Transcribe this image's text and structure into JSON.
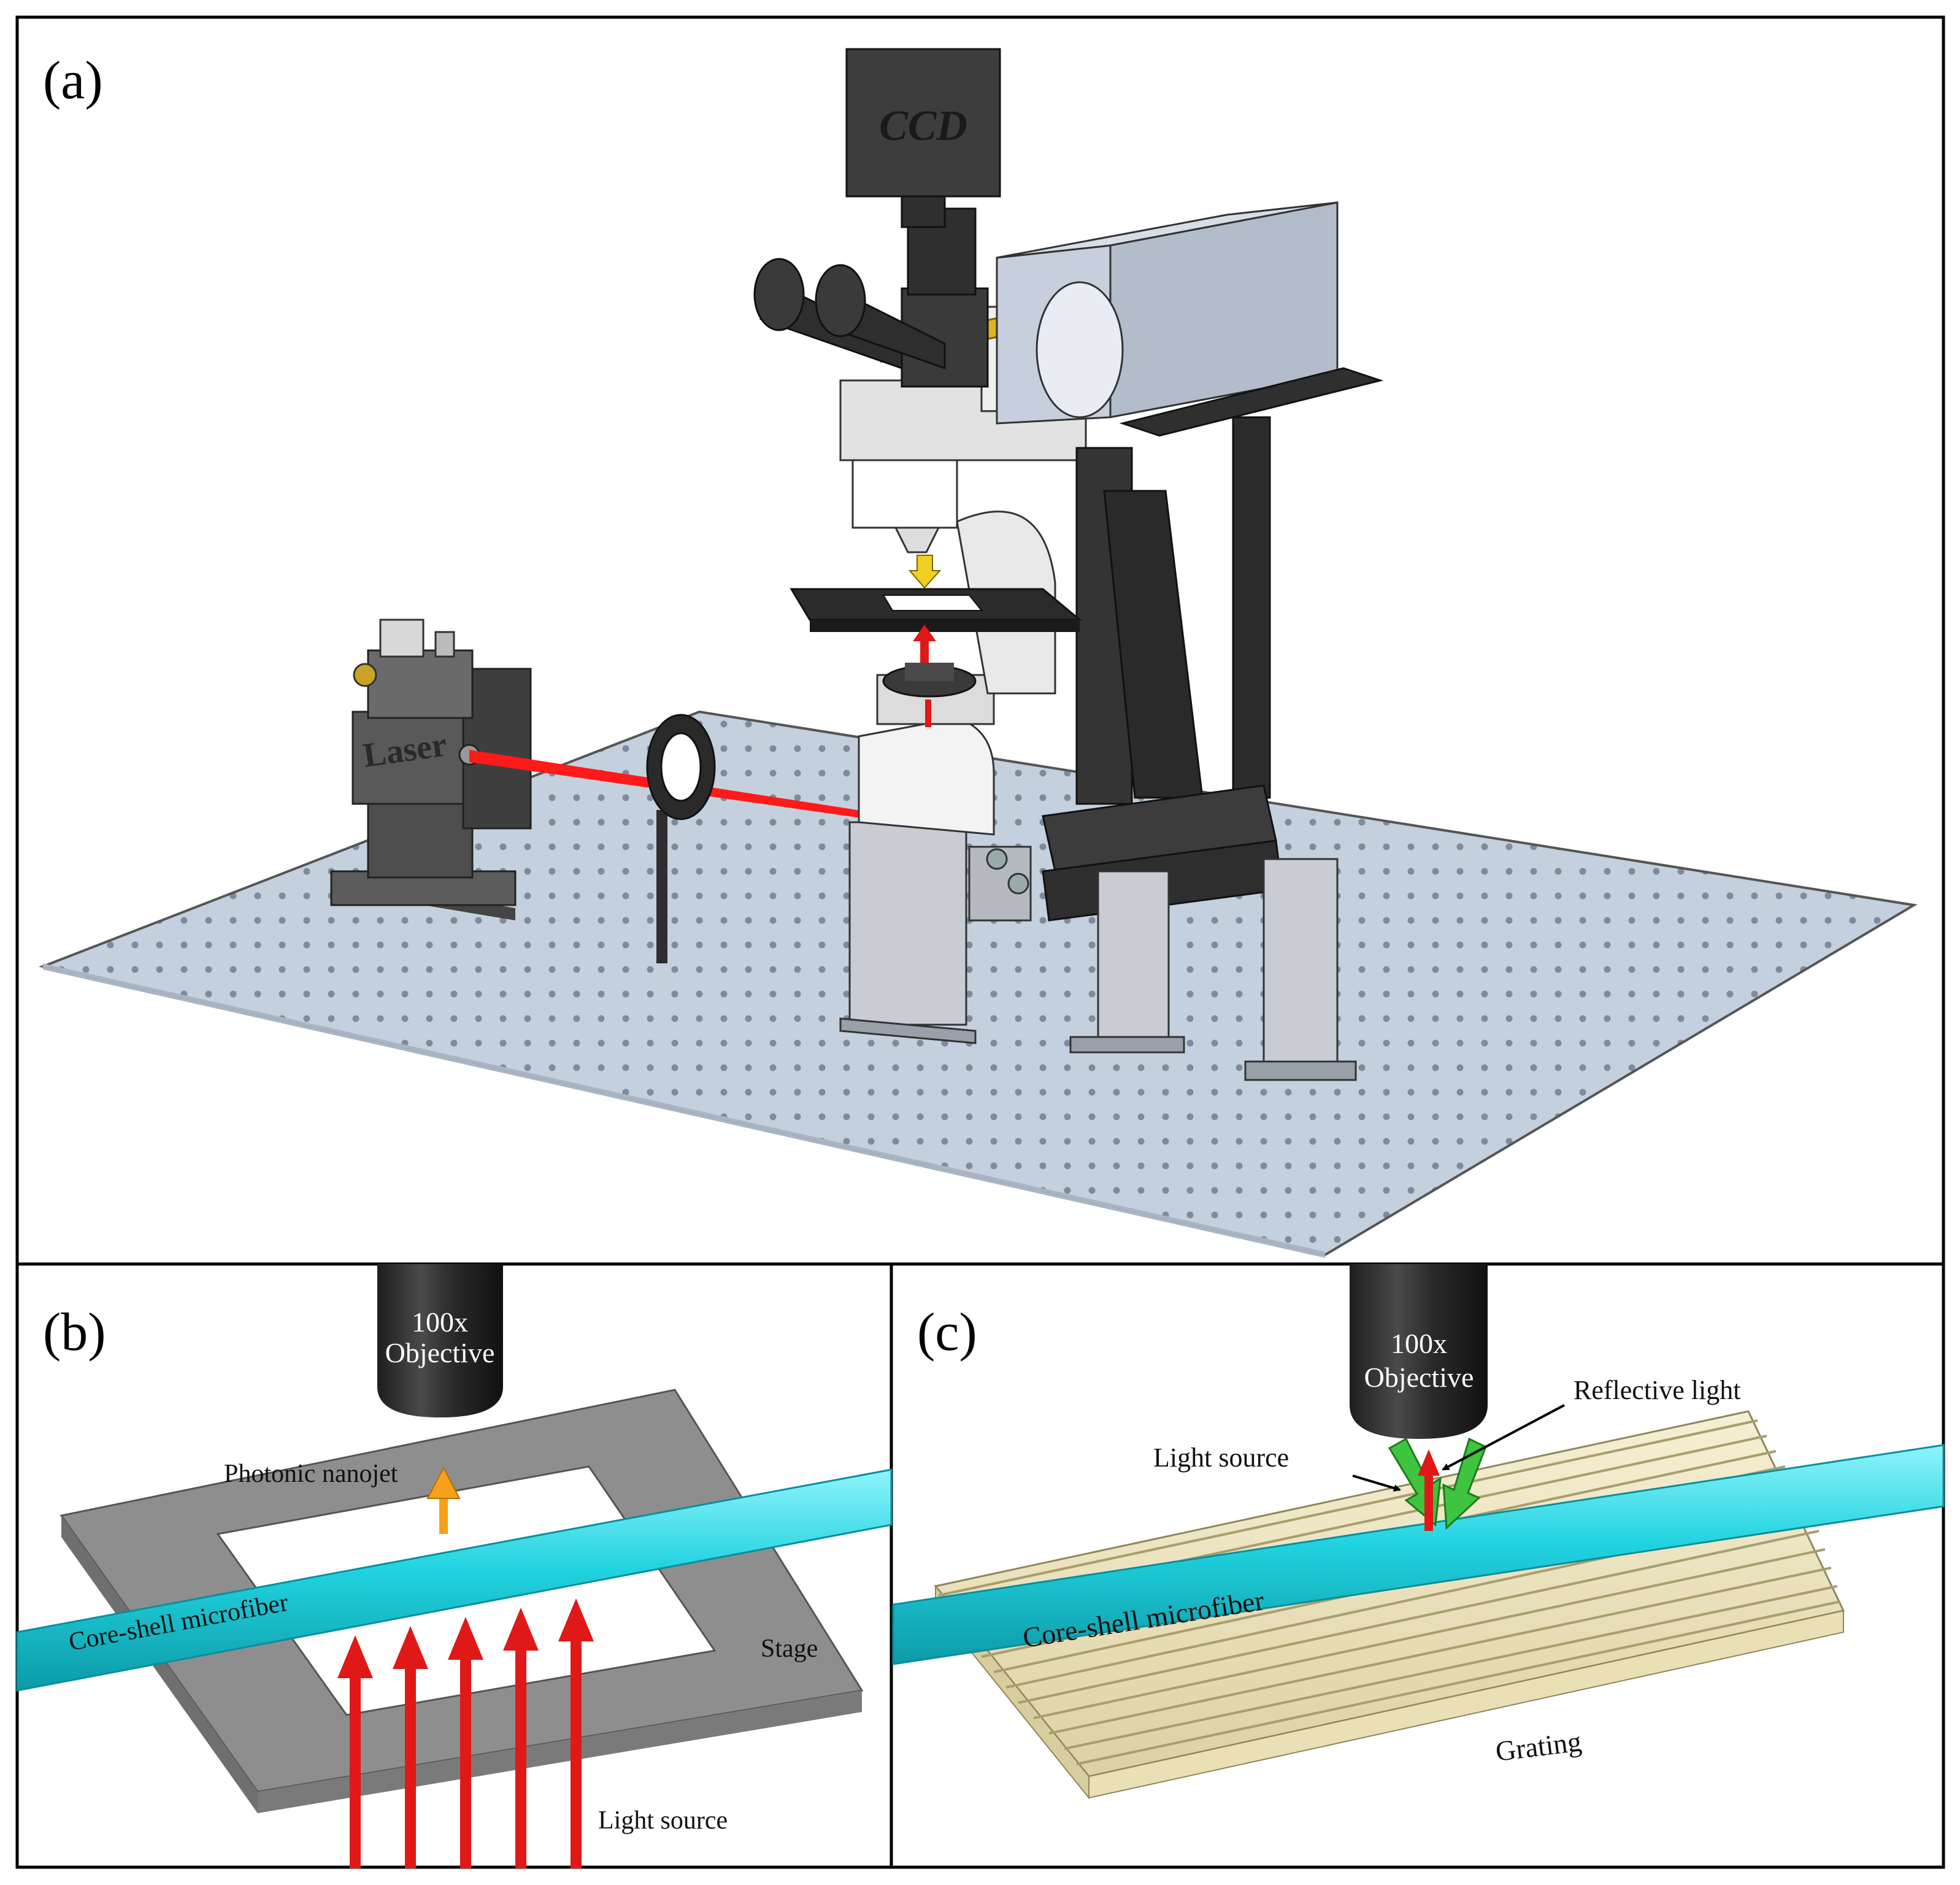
{
  "panels": {
    "a": {
      "letter": "(a)"
    },
    "b": {
      "letter": "(b)"
    },
    "c": {
      "letter": "(c)"
    }
  },
  "labels": {
    "ccd": "CCD",
    "laser": "Laser",
    "objective_b_mag": "100x",
    "objective_b_name": "Objective",
    "photonic_nanojet": "Photonic nanojet",
    "microfiber_b": "Core-shell microfiber",
    "stage": "Stage",
    "light_source_b": "Light source",
    "objective_c_mag": "100x",
    "objective_c_name": "Objective",
    "reflective_light": "Reflective light",
    "light_source_c": "Light source",
    "microfiber_c": "Core-shell microfiber",
    "grating": "Grating"
  },
  "colors": {
    "frame": "#000000",
    "table_top": "#c5d0de",
    "table_side": "#a9b4c4",
    "table_holes": "#7f8b9c",
    "metal_dark": "#3a3a3a",
    "metal_mid": "#8f949b",
    "metal_light": "#e4e6ea",
    "laser_beam": "#ff1a1a",
    "nanojet": "#f7a11a",
    "microfiber": "#21d3e0",
    "stage_grey": "#8e8e8e",
    "grating": "#efe6bf",
    "incident_light_c": "#3ec43e",
    "objective_black": "#2a2a2a"
  }
}
